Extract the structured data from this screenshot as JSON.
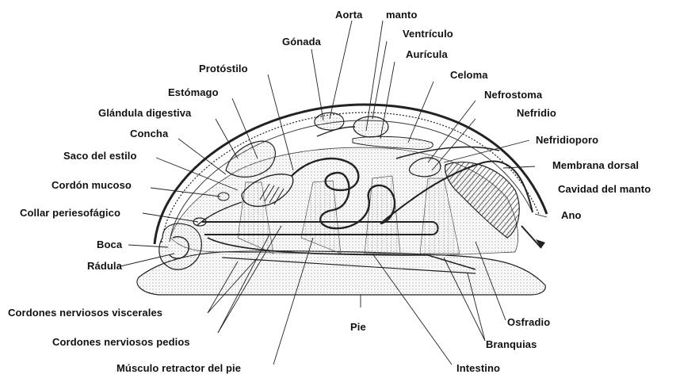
{
  "labels": {
    "aorta": "Aorta",
    "manto": "manto",
    "ventriculo": "Ventrículo",
    "gonada": "Gónada",
    "auricula": "Aurícula",
    "protostilo": "Protóstilo",
    "celoma": "Celoma",
    "estomago": "Estómago",
    "nefrostoma": "Nefrostoma",
    "glandula_digestiva": "Glándula digestiva",
    "nefridio": "Nefridio",
    "concha": "Concha",
    "nefridioporo": "Nefridioporo",
    "saco_estilo": "Saco del estilo",
    "membrana_dorsal": "Membrana dorsal",
    "cordon_mucoso": "Cordón mucoso",
    "cavidad_manto": "Cavidad del manto",
    "collar": "Collar periesofágico",
    "ano": "Ano",
    "boca": "Boca",
    "radula": "Rádula",
    "cordones_viscerales": "Cordones nerviosos viscerales",
    "pie": "Pie",
    "osfradio": "Osfradio",
    "cordones_pedios": "Cordones nerviosos pedios",
    "branquias": "Branquias",
    "musculo_retractor": "Músculo retractor del pie",
    "intestino": "Intestino"
  },
  "colors": {
    "ink": "#111111",
    "stipple": "#9a9a9a",
    "background": "#ffffff"
  }
}
